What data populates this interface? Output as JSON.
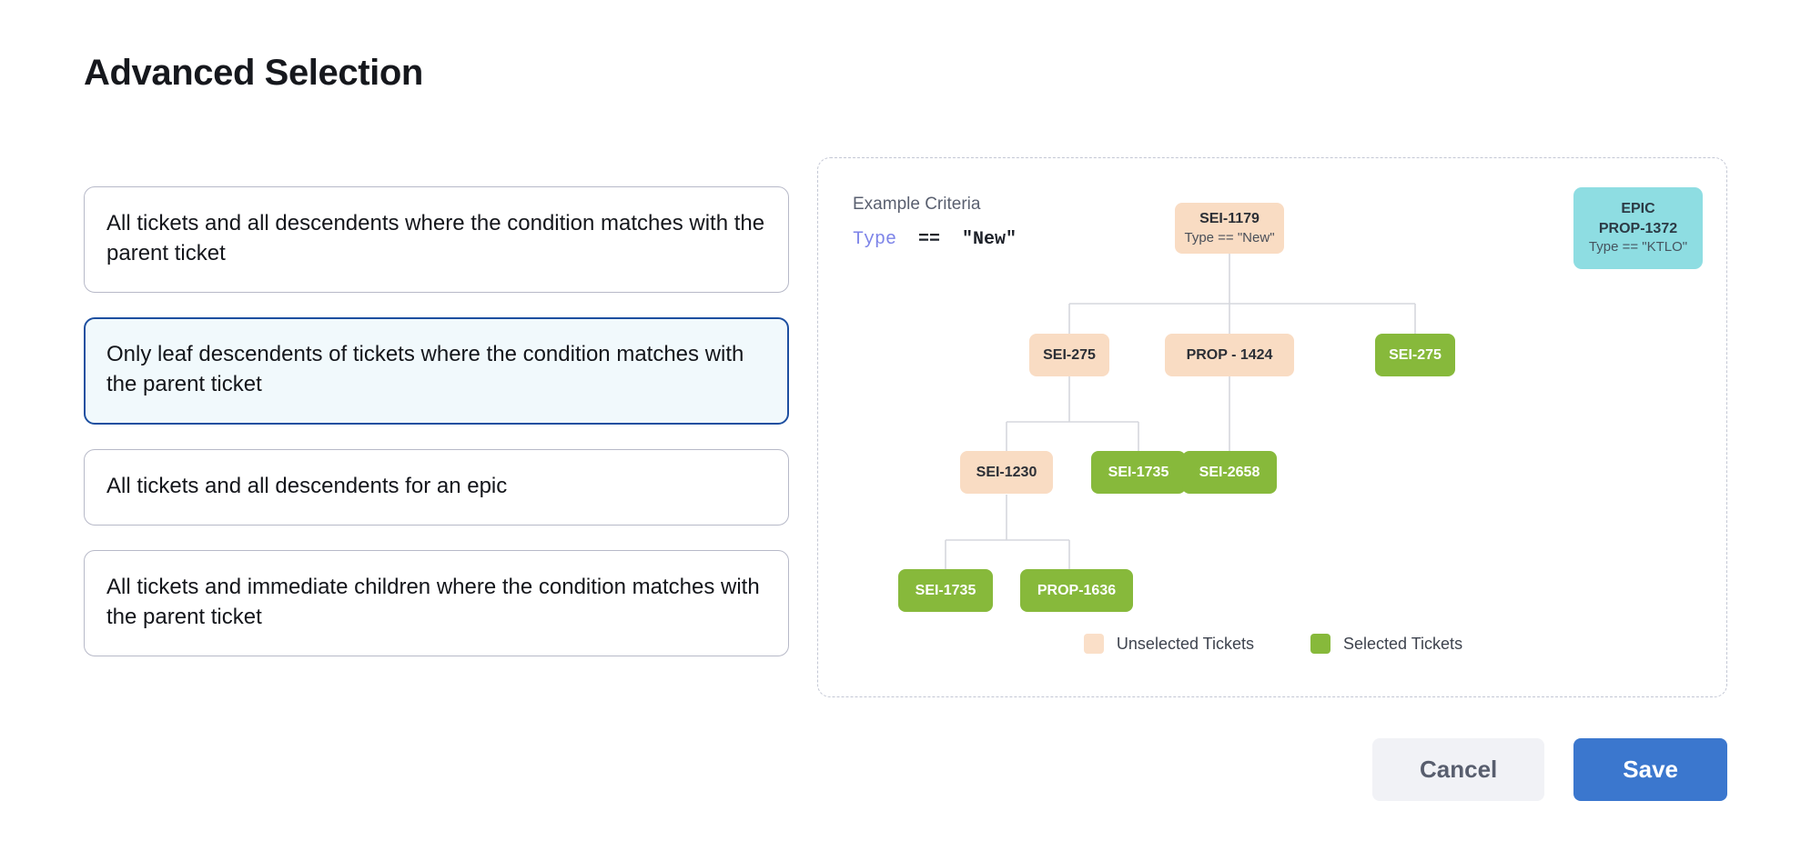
{
  "page": {
    "title": "Advanced Selection"
  },
  "options": [
    {
      "id": "all-descendents-condition",
      "label": "All tickets and all descendents where the condition matches with the parent ticket",
      "selected": false
    },
    {
      "id": "leaf-descendents-condition",
      "label": "Only leaf descendents of tickets where the condition matches with the parent ticket",
      "selected": true
    },
    {
      "id": "all-descendents-epic",
      "label": "All tickets and all descendents for an epic",
      "selected": false
    },
    {
      "id": "immediate-children-condition",
      "label": "All tickets and immediate children where the condition matches with the parent ticket",
      "selected": false
    }
  ],
  "diagram": {
    "criteria_label": "Example Criteria",
    "criteria_keyword": "Type",
    "criteria_rest": "  ==  \"New\"",
    "nodes": {
      "root": {
        "label": "SEI-1179",
        "sub": "Type == \"New\"",
        "state": "unselected"
      },
      "epic": {
        "kind": "EPIC",
        "label": "PROP-1372",
        "sub": "Type == \"KTLO\"",
        "state": "epic"
      },
      "r2c1": {
        "label": "SEI-275",
        "state": "unselected"
      },
      "r2c2": {
        "label": "PROP - 1424",
        "state": "unselected"
      },
      "r2c3": {
        "label": "SEI-275",
        "state": "selected"
      },
      "r3c1": {
        "label": "SEI-1230",
        "state": "unselected"
      },
      "r3c2": {
        "label": "SEI-1735",
        "state": "selected"
      },
      "r3c3": {
        "label": "SEI-2658",
        "state": "selected"
      },
      "r4c1": {
        "label": "SEI-1735",
        "state": "selected"
      },
      "r4c2": {
        "label": "PROP-1636",
        "state": "selected"
      }
    },
    "legend": [
      {
        "swatch": "unselected",
        "label": "Unselected Tickets"
      },
      {
        "swatch": "selected",
        "label": "Selected Tickets"
      }
    ]
  },
  "footer": {
    "cancel_label": "Cancel",
    "save_label": "Save"
  },
  "colors": {
    "accent_blue": "#3b77ce",
    "selected_border": "#1d4fa0",
    "selected_bg": "#f1f9fc",
    "ticket_unselected": "#f9dcc3",
    "ticket_selected": "#87b93b",
    "epic": "#8edde2",
    "criteria_keyword": "#7c83e8"
  }
}
